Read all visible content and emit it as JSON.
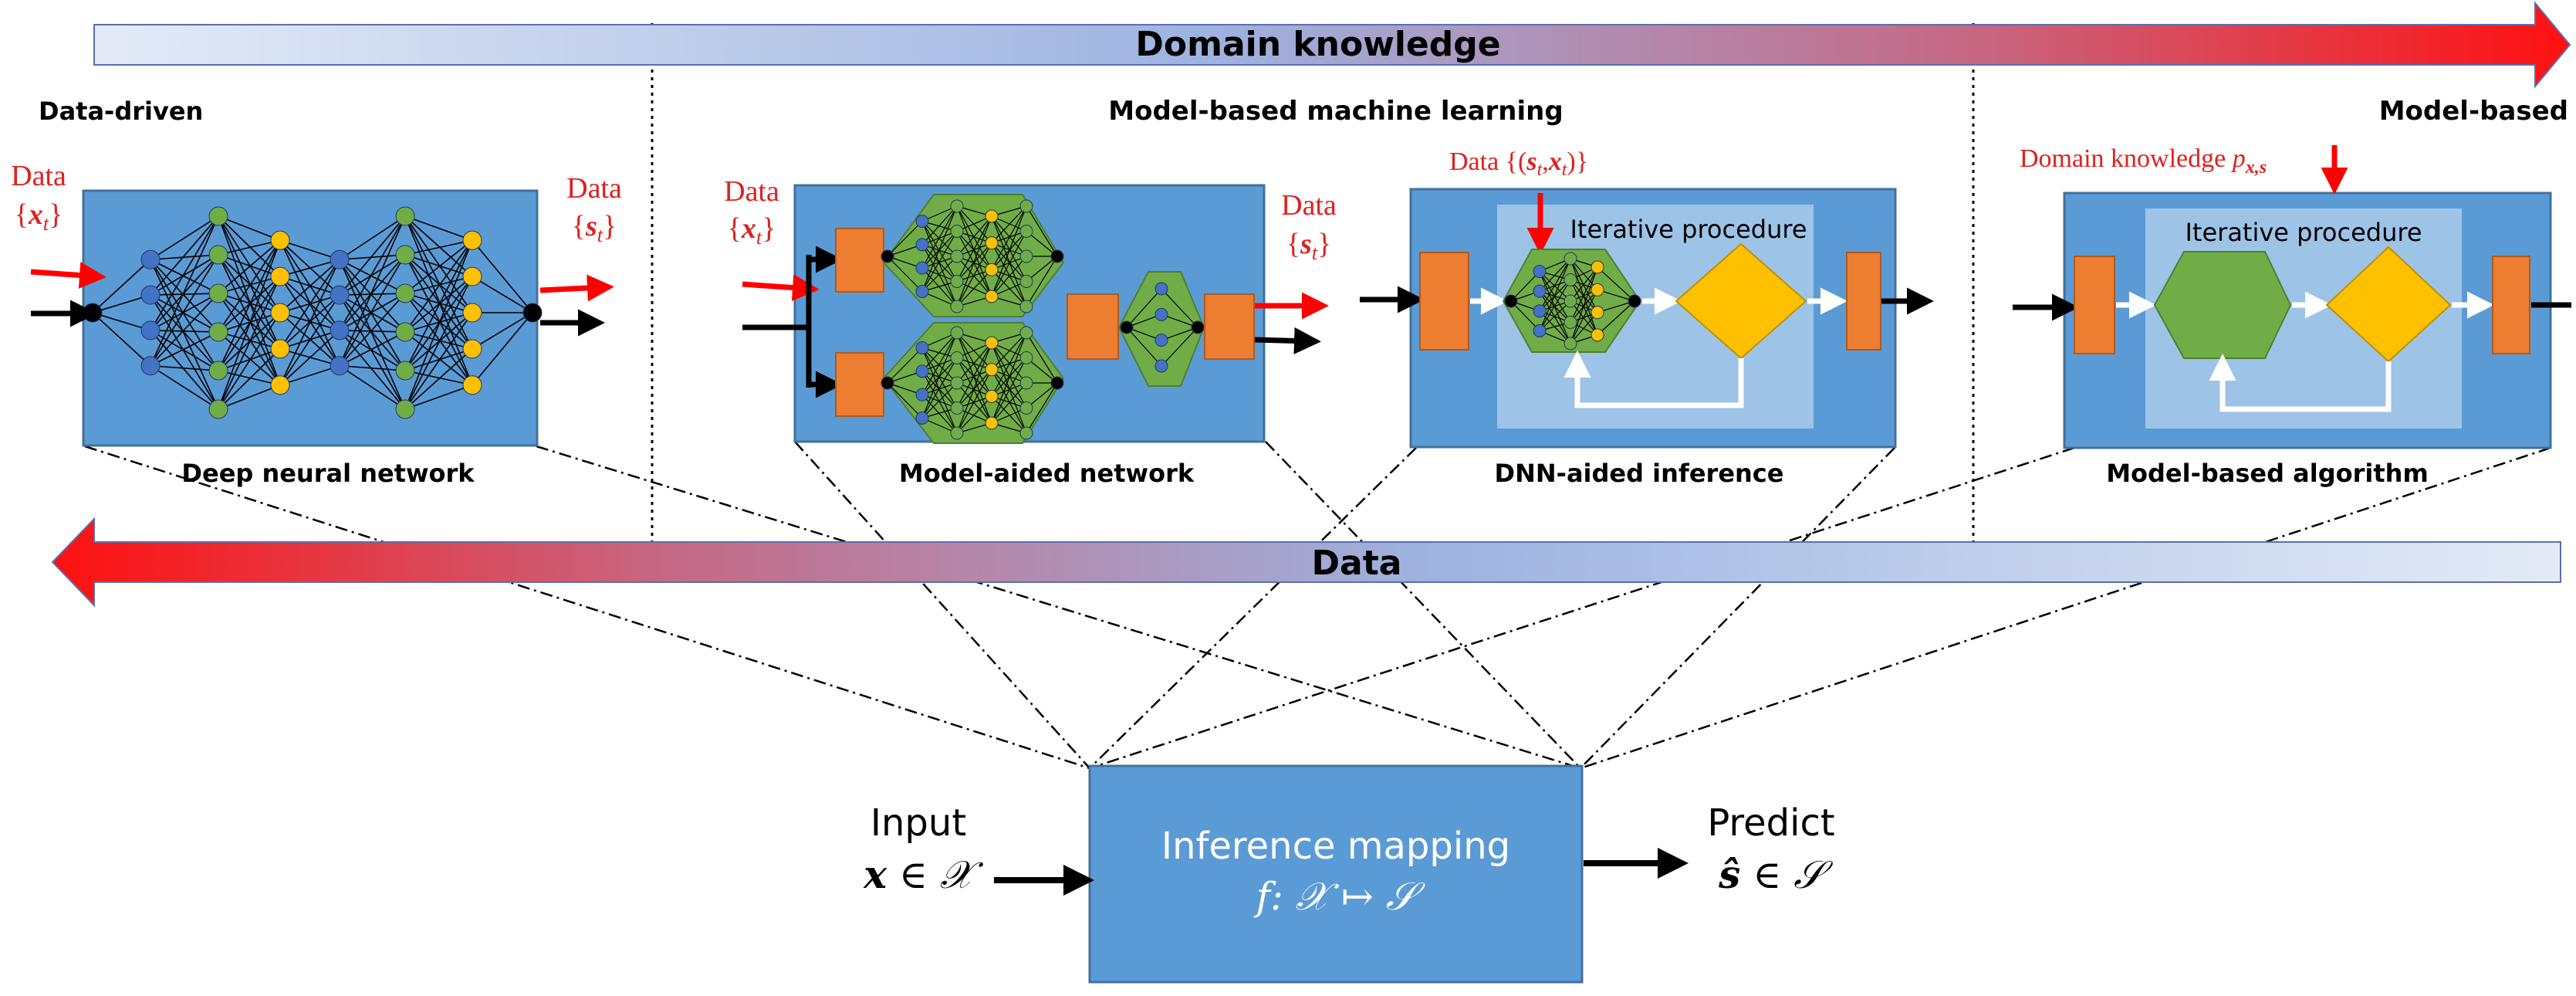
{
  "banners": {
    "top": "Domain knowledge",
    "bottom": "Data"
  },
  "paradigms": {
    "left": "Data-driven",
    "middle": "Model-based machine learning",
    "right": "Model-based"
  },
  "blocks": {
    "dnn": {
      "caption": "Deep neural network",
      "in_label": "Data",
      "in_sym": "{x_t}",
      "out_label": "Data",
      "out_sym": "{s_t}"
    },
    "model_aided": {
      "caption": "Model-aided network",
      "in_label": "Data",
      "in_sym": "{x_t}",
      "out_label": "Data",
      "out_sym": "{s_t}"
    },
    "dnn_aided": {
      "caption": "DNN-aided inference",
      "top_label": "Data {(s_t,x_t)}",
      "inner": "Iterative procedure"
    },
    "model_based": {
      "caption": "Model-based algorithm",
      "top_label": "Domain knowledge p_x,s",
      "inner": "Iterative procedure"
    }
  },
  "mapping": {
    "title": "Inference mapping",
    "formula": "f: 𝒳 ↦ 𝒮",
    "input_label": "Input",
    "input_formula": "x ∈ 𝒳",
    "output_label": "Predict",
    "output_formula": "ŝ ∈ 𝒮"
  },
  "colors": {
    "block_blue": "#5b9bd5",
    "orange": "#ed7d31",
    "green": "#70ad47",
    "yellow": "#ffc000",
    "red": "#ff0000",
    "node_blue": "#4472c4"
  }
}
